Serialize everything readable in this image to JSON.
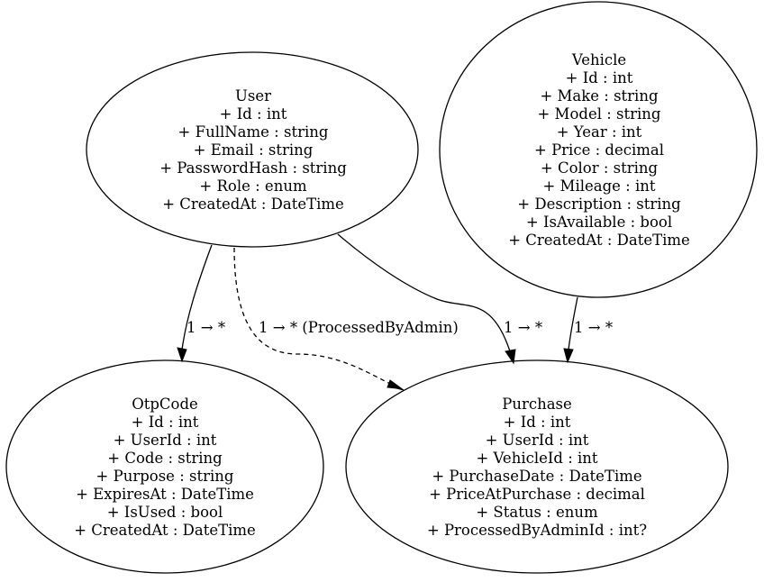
{
  "nodes": {
    "user": {
      "title": "User",
      "fields": [
        "+ Id : int",
        "+ FullName : string",
        "+ Email : string",
        "+ PasswordHash : string",
        "+ Role : enum",
        "+ CreatedAt : DateTime"
      ]
    },
    "vehicle": {
      "title": "Vehicle",
      "fields": [
        "+ Id : int",
        "+ Make : string",
        "+ Model : string",
        "+ Year : int",
        "+ Price : decimal",
        "+ Color : string",
        "+ Mileage : int",
        "+ Description : string",
        "+ IsAvailable : bool",
        "+ CreatedAt : DateTime"
      ]
    },
    "otpcode": {
      "title": "OtpCode",
      "fields": [
        "+ Id : int",
        "+ UserId : int",
        "+ Code : string",
        "+ Purpose : string",
        "+ ExpiresAt : DateTime",
        "+ IsUsed : bool",
        "+ CreatedAt : DateTime"
      ]
    },
    "purchase": {
      "title": "Purchase",
      "fields": [
        "+ Id : int",
        "+ UserId : int",
        "+ VehicleId : int",
        "+ PurchaseDate : DateTime",
        "+ PriceAtPurchase : decimal",
        "+ Status : enum",
        "+ ProcessedByAdminId : int?"
      ]
    }
  },
  "edges": {
    "user_otpcode": {
      "label": "1 → *",
      "style": "solid"
    },
    "user_purchase_admin": {
      "label": "1 → * (ProcessedByAdmin)",
      "style": "dashed"
    },
    "user_purchase": {
      "label": "1 → *",
      "style": "solid"
    },
    "vehicle_purchase": {
      "label": "1 → *",
      "style": "solid"
    }
  }
}
